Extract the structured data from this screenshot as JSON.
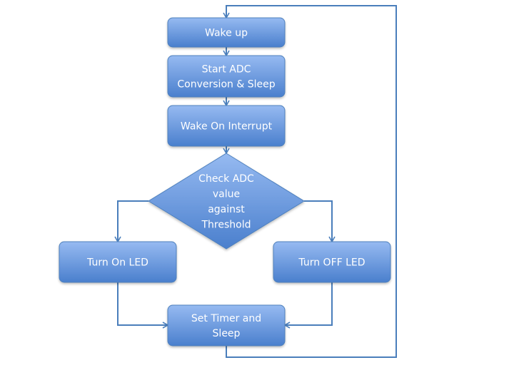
{
  "diagram": {
    "type": "flowchart",
    "colors": {
      "fill_top": "#95b9f0",
      "fill_bottom": "#4a7fcd",
      "stroke": "#4f81bd",
      "connector": "#4a7ebb",
      "text": "#ffffff"
    },
    "nodes": [
      {
        "id": "wake-up",
        "shape": "rounded-rect",
        "lines": [
          "Wake up"
        ]
      },
      {
        "id": "start-adc",
        "shape": "rounded-rect",
        "lines": [
          "Start ADC",
          "Conversion & Sleep"
        ]
      },
      {
        "id": "wake-on-interrupt",
        "shape": "rounded-rect",
        "lines": [
          "Wake On Interrupt"
        ]
      },
      {
        "id": "check-adc",
        "shape": "diamond",
        "lines": [
          "Check ADC",
          "value",
          "against",
          "Threshold"
        ]
      },
      {
        "id": "turn-on-led",
        "shape": "rounded-rect",
        "lines": [
          "Turn On LED"
        ]
      },
      {
        "id": "turn-off-led",
        "shape": "rounded-rect",
        "lines": [
          "Turn OFF LED"
        ]
      },
      {
        "id": "set-timer",
        "shape": "rounded-rect",
        "lines": [
          "Set Timer and",
          "Sleep"
        ]
      }
    ],
    "edges": [
      {
        "from": "wake-up",
        "to": "start-adc"
      },
      {
        "from": "start-adc",
        "to": "wake-on-interrupt"
      },
      {
        "from": "wake-on-interrupt",
        "to": "check-adc"
      },
      {
        "from": "check-adc",
        "to": "turn-on-led"
      },
      {
        "from": "check-adc",
        "to": "turn-off-led"
      },
      {
        "from": "turn-on-led",
        "to": "set-timer"
      },
      {
        "from": "turn-off-led",
        "to": "set-timer"
      },
      {
        "from": "set-timer",
        "to": "wake-up"
      }
    ]
  }
}
